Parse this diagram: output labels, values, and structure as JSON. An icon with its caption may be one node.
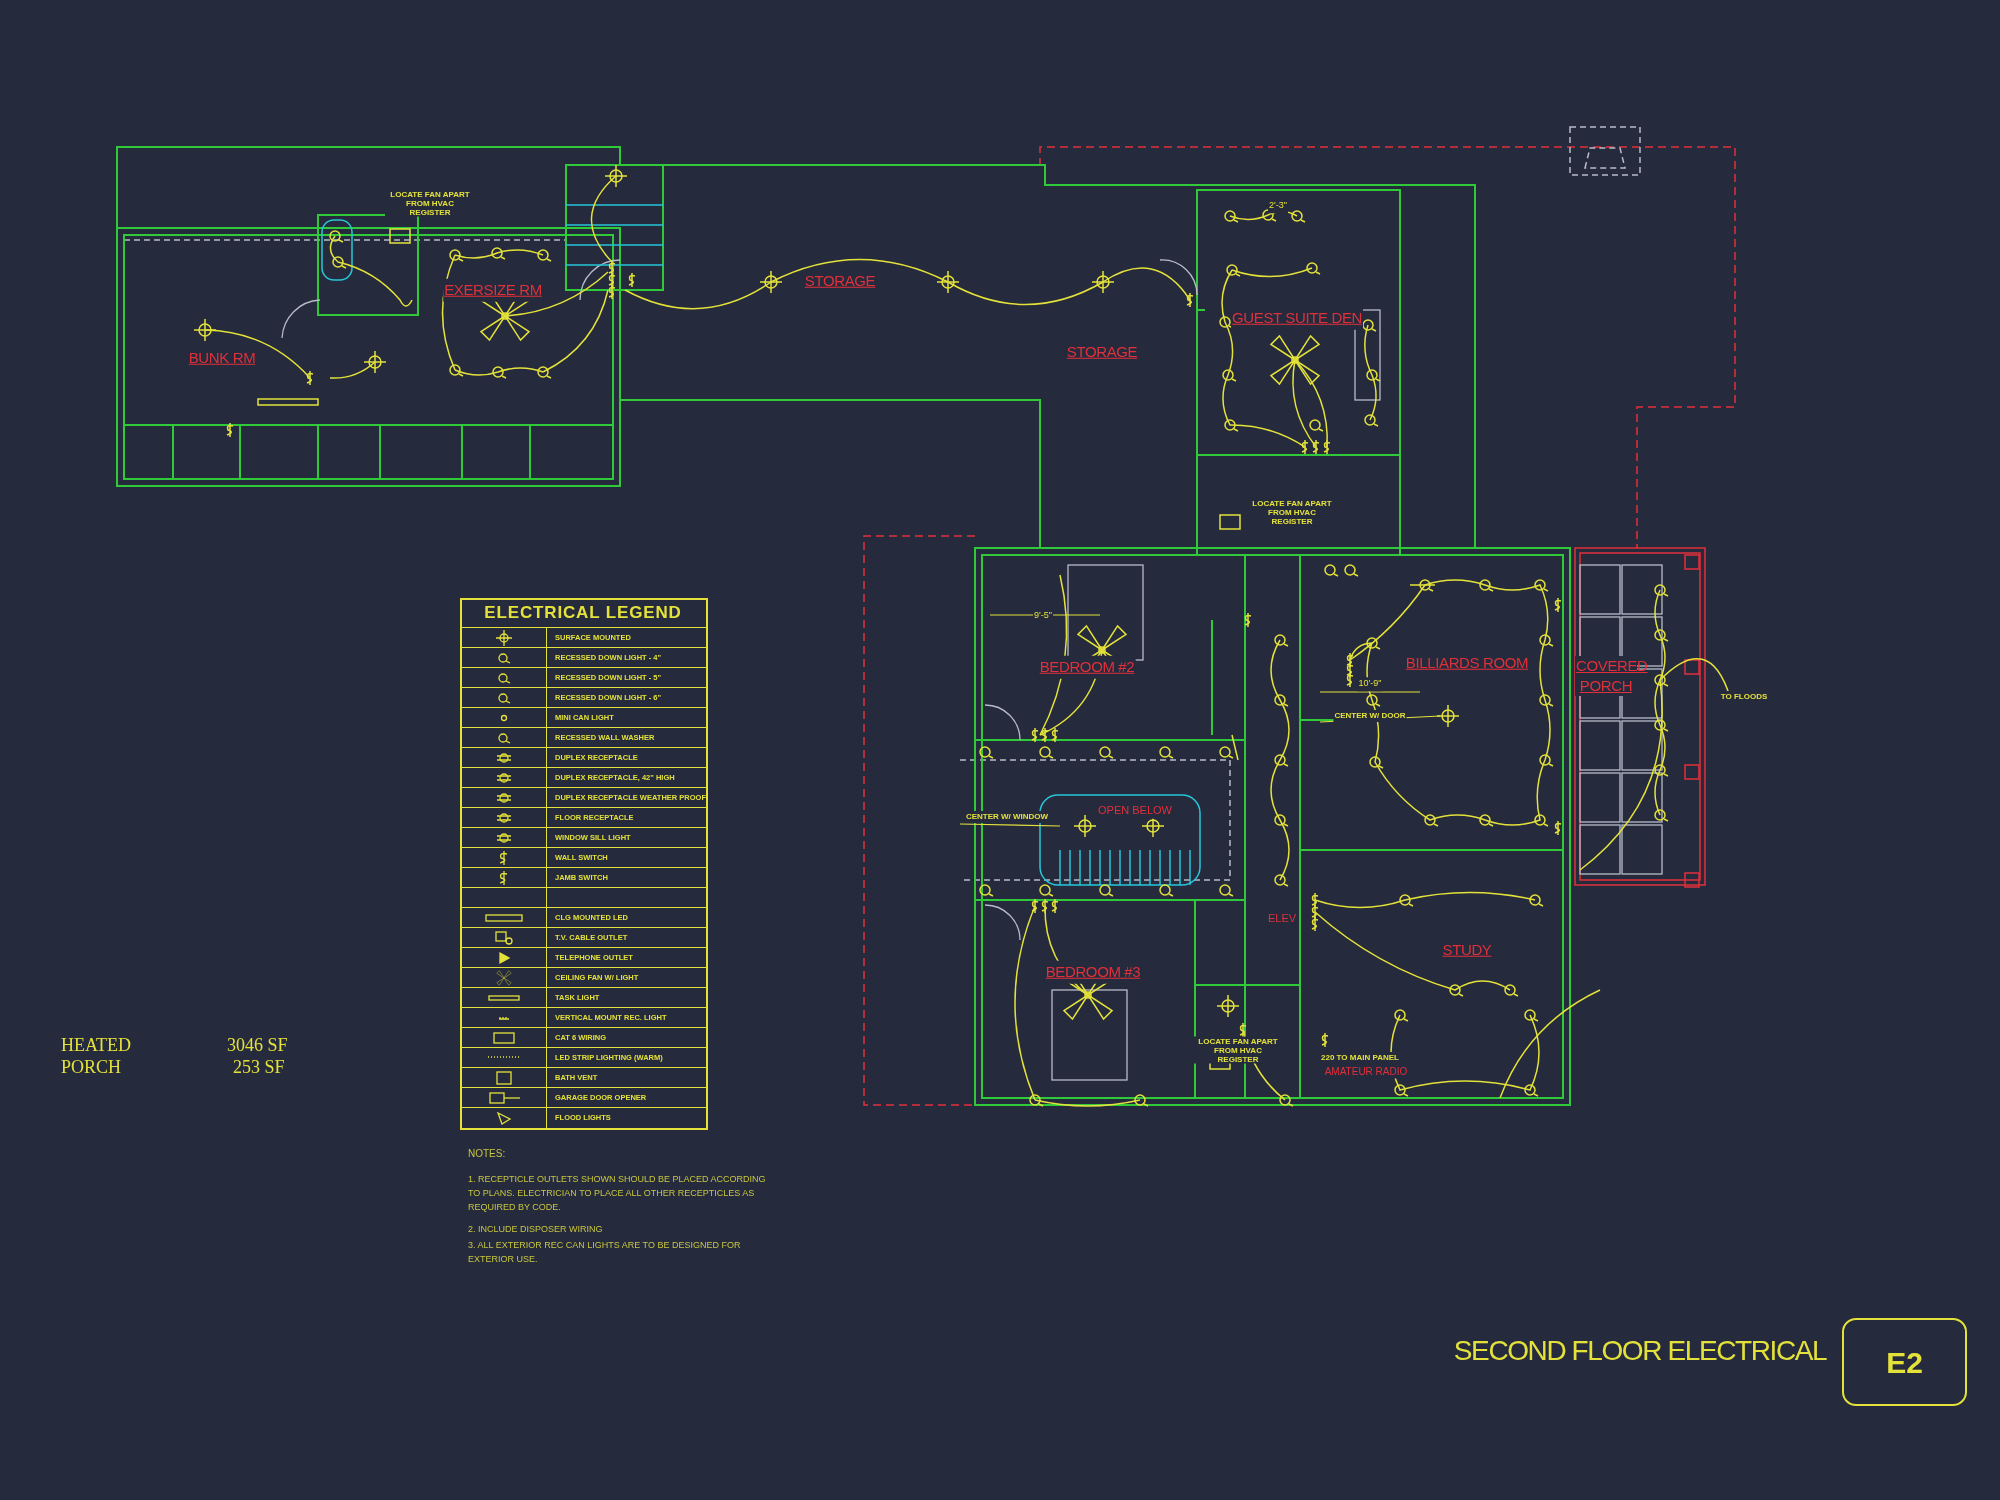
{
  "diagram": {
    "title": "SECOND FLOOR ELECTRICAL",
    "nodes": [
      {
        "text": [
          "E2"
        ]
      }
    ],
    "labels": [
      "LOCATE FAN APART FROM HVAC REGISTER",
      "EXERSIZE RM",
      "STORAGE",
      "2'-3\"",
      "GUEST SUITE DEN",
      "BUNK RM",
      "STORAGE",
      "LOCATE FAN APART FROM HVAC REGISTER",
      "ELECTRICAL LEGEND",
      "9'-5\"",
      "BEDROOM #2",
      "BILLIARDS ROOM",
      "COVERED PORCH",
      "10'-9\"",
      "CENTER W/ DOOR",
      "TO FLOODS",
      "CENTER W/ WINDOW",
      "OPEN BELOW",
      "BEDROOM #3",
      "STUDY",
      "ELEV",
      "HEATED",
      "3046 SF",
      "PORCH",
      "253 SF",
      "LOCATE FAN APART FROM HVAC REGISTER",
      "220 TO MAIN PANEL",
      "AMATEUR RADIO",
      "NOTES:",
      "1. RECEPTICLE OUTLETS SHOWN SHOULD BE PLACED ACCORDING TO PLANS. ELECTRICIAN TO PLACE ALL OTHER RECEPTICLES AS REQUIRED BY CODE.",
      "2. INCLUDE DISPOSER WIRING",
      "3. ALL EXTERIOR REC CAN LIGHTS ARE TO BE DESIGNED FOR EXTERIOR USE."
    ],
    "legend": [
      {
        "text": "SURFACE MOUNTED"
      },
      {
        "text": "RECESSED DOWN LIGHT - 4\""
      },
      {
        "text": "RECESSED DOWN LIGHT - 5\""
      },
      {
        "text": "RECESSED DOWN LIGHT - 6\""
      },
      {
        "text": "MINI CAN LIGHT"
      },
      {
        "text": "RECESSED WALL WASHER"
      },
      {
        "text": "DUPLEX RECEPTACLE"
      },
      {
        "text": "DUPLEX RECEPTACLE, 42\" HIGH"
      },
      {
        "text": "DUPLEX RECEPTACLE WEATHER PROOF"
      },
      {
        "text": "FLOOR RECEPTACLE"
      },
      {
        "text": "WINDOW SILL LIGHT"
      },
      {
        "text": "WALL SWITCH"
      },
      {
        "text": "JAMB SWITCH"
      },
      {
        "text": "CLG MOUNTED LED"
      },
      {
        "text": "T.V. CABLE OUTLET"
      },
      {
        "text": "TELEPHONE OUTLET"
      },
      {
        "text": "CEILING FAN W/ LIGHT"
      },
      {
        "text": "TASK LIGHT"
      },
      {
        "text": "VERTICAL MOUNT REC. LIGHT"
      },
      {
        "text": "CAT 6 WIRING"
      },
      {
        "text": "LED STRIP LIGHTING (WARM)"
      },
      {
        "text": "BATH VENT"
      },
      {
        "text": "GARAGE DOOR OPENER"
      },
      {
        "text": "FLOOD LIGHTS"
      }
    ]
  }
}
